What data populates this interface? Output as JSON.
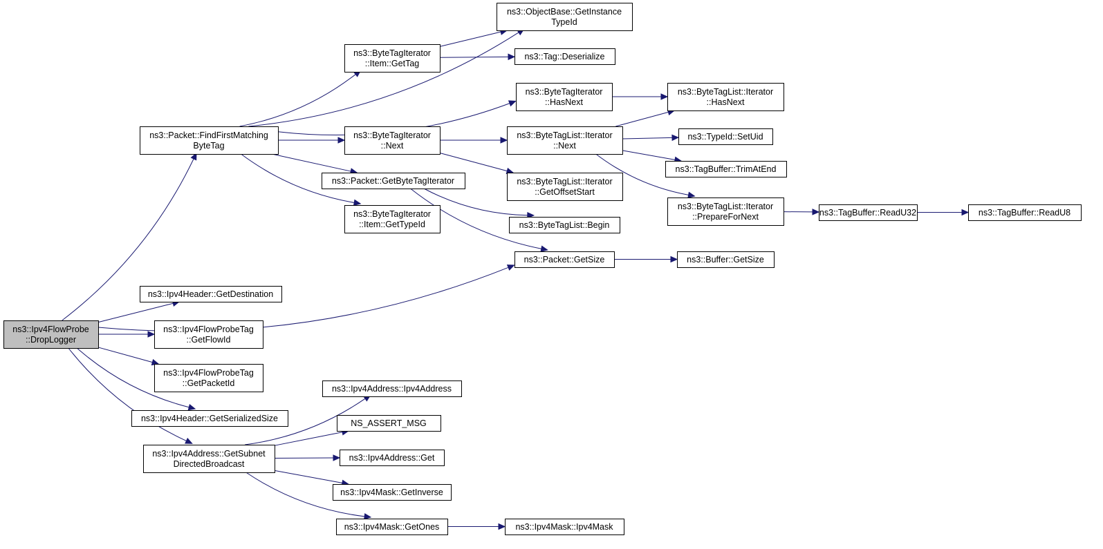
{
  "nodes": [
    {
      "id": "root",
      "lines": [
        "ns3::Ipv4FlowProbe",
        "::DropLogger"
      ],
      "root": true
    },
    {
      "id": "findFirst",
      "lines": [
        "ns3::Packet::FindFirstMatching",
        "ByteTag"
      ]
    },
    {
      "id": "getDest",
      "lines": [
        "ns3::Ipv4Header::GetDestination"
      ]
    },
    {
      "id": "getFlowId",
      "lines": [
        "ns3::Ipv4FlowProbeTag",
        "::GetFlowId"
      ]
    },
    {
      "id": "getPacketId",
      "lines": [
        "ns3::Ipv4FlowProbeTag",
        "::GetPacketId"
      ]
    },
    {
      "id": "getSerSize",
      "lines": [
        "ns3::Ipv4Header::GetSerializedSize"
      ]
    },
    {
      "id": "getSubnet",
      "lines": [
        "ns3::Ipv4Address::GetSubnet",
        "DirectedBroadcast"
      ]
    },
    {
      "id": "objGetInst",
      "lines": [
        "ns3::ObjectBase::GetInstance",
        "TypeId"
      ]
    },
    {
      "id": "itemGetTag",
      "lines": [
        "ns3::ByteTagIterator",
        "::Item::GetTag"
      ]
    },
    {
      "id": "tagDeser",
      "lines": [
        "ns3::Tag::Deserialize"
      ]
    },
    {
      "id": "btiHasNext",
      "lines": [
        "ns3::ByteTagIterator",
        "::HasNext"
      ]
    },
    {
      "id": "btiNext",
      "lines": [
        "ns3::ByteTagIterator",
        "::Next"
      ]
    },
    {
      "id": "getBTI",
      "lines": [
        "ns3::Packet::GetByteTagIterator"
      ]
    },
    {
      "id": "itemGetTypeId",
      "lines": [
        "ns3::ByteTagIterator",
        "::Item::GetTypeId"
      ]
    },
    {
      "id": "pktGetSize",
      "lines": [
        "ns3::Packet::GetSize"
      ]
    },
    {
      "id": "btlNext",
      "lines": [
        "ns3::ByteTagList::Iterator",
        "::Next"
      ]
    },
    {
      "id": "btlGetOffset",
      "lines": [
        "ns3::ByteTagList::Iterator",
        "::GetOffsetStart"
      ]
    },
    {
      "id": "btlBegin",
      "lines": [
        "ns3::ByteTagList::Begin"
      ]
    },
    {
      "id": "btlHasNext",
      "lines": [
        "ns3::ByteTagList::Iterator",
        "::HasNext"
      ]
    },
    {
      "id": "typeIdSetUid",
      "lines": [
        "ns3::TypeId::SetUid"
      ]
    },
    {
      "id": "tbTrim",
      "lines": [
        "ns3::TagBuffer::TrimAtEnd"
      ]
    },
    {
      "id": "btlPrepare",
      "lines": [
        "ns3::ByteTagList::Iterator",
        "::PrepareForNext"
      ]
    },
    {
      "id": "bufGetSize",
      "lines": [
        "ns3::Buffer::GetSize"
      ]
    },
    {
      "id": "tbReadU32",
      "lines": [
        "ns3::TagBuffer::ReadU32"
      ]
    },
    {
      "id": "tbReadU8",
      "lines": [
        "ns3::TagBuffer::ReadU8"
      ]
    },
    {
      "id": "ipv4AddrCtor",
      "lines": [
        "ns3::Ipv4Address::Ipv4Address"
      ]
    },
    {
      "id": "nsAssert",
      "lines": [
        "NS_ASSERT_MSG"
      ]
    },
    {
      "id": "ipv4AddrGet",
      "lines": [
        "ns3::Ipv4Address::Get"
      ]
    },
    {
      "id": "maskInverse",
      "lines": [
        "ns3::Ipv4Mask::GetInverse"
      ]
    },
    {
      "id": "maskOnes",
      "lines": [
        "ns3::Ipv4Mask::GetOnes"
      ]
    },
    {
      "id": "maskCtor",
      "lines": [
        "ns3::Ipv4Mask::Ipv4Mask"
      ]
    }
  ],
  "edges": [
    [
      "root",
      "findFirst"
    ],
    [
      "root",
      "pktGetSize"
    ],
    [
      "root",
      "getDest"
    ],
    [
      "root",
      "getFlowId"
    ],
    [
      "root",
      "getPacketId"
    ],
    [
      "root",
      "getSerSize"
    ],
    [
      "root",
      "getSubnet"
    ],
    [
      "findFirst",
      "objGetInst"
    ],
    [
      "findFirst",
      "itemGetTag"
    ],
    [
      "findFirst",
      "btiHasNext"
    ],
    [
      "findFirst",
      "btiNext"
    ],
    [
      "findFirst",
      "getBTI"
    ],
    [
      "findFirst",
      "itemGetTypeId"
    ],
    [
      "itemGetTag",
      "objGetInst"
    ],
    [
      "itemGetTag",
      "tagDeser"
    ],
    [
      "btiHasNext",
      "btlHasNext"
    ],
    [
      "btiNext",
      "btlNext"
    ],
    [
      "btiNext",
      "btlGetOffset"
    ],
    [
      "getBTI",
      "btlBegin"
    ],
    [
      "getBTI",
      "pktGetSize"
    ],
    [
      "btlNext",
      "btlHasNext"
    ],
    [
      "btlNext",
      "typeIdSetUid"
    ],
    [
      "btlNext",
      "tbTrim"
    ],
    [
      "btlNext",
      "btlPrepare"
    ],
    [
      "btlPrepare",
      "tbReadU32"
    ],
    [
      "tbReadU32",
      "tbReadU8"
    ],
    [
      "pktGetSize",
      "bufGetSize"
    ],
    [
      "getSubnet",
      "ipv4AddrCtor"
    ],
    [
      "getSubnet",
      "nsAssert"
    ],
    [
      "getSubnet",
      "ipv4AddrGet"
    ],
    [
      "getSubnet",
      "maskInverse"
    ],
    [
      "getSubnet",
      "maskOnes"
    ],
    [
      "maskOnes",
      "maskCtor"
    ]
  ],
  "colors": {
    "edge": "#191970",
    "root_fill": "#bfbfbf",
    "node_fill": "#ffffff",
    "border": "#000000"
  }
}
